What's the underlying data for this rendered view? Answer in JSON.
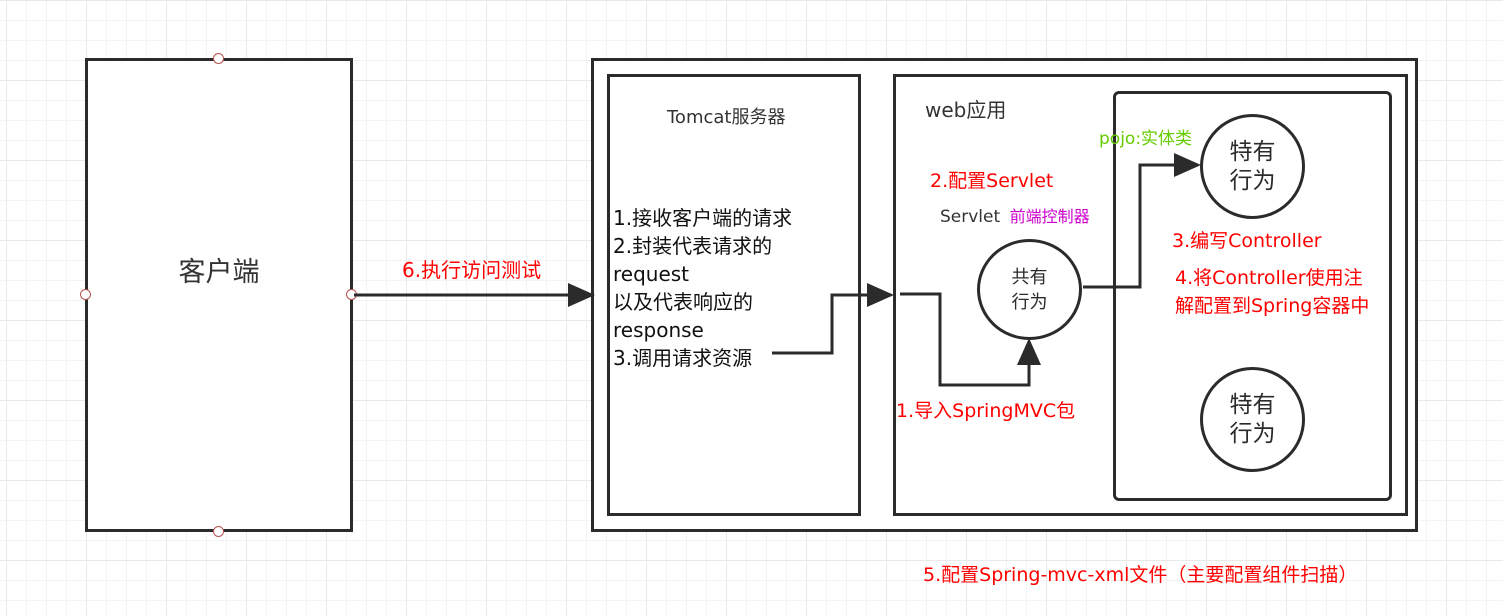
{
  "client": {
    "label": "客户端"
  },
  "tomcat": {
    "title": "Tomcat服务器",
    "lines": [
      "1.接收客户端的请求",
      "2.封装代表请求的",
      "request",
      "以及代表响应的",
      "response",
      "3.调用请求资源"
    ]
  },
  "webapp": {
    "title": "web应用"
  },
  "servlet": {
    "label": "Servlet",
    "desc": "前端控制器"
  },
  "shared": {
    "label_line1": "共有",
    "label_line2": "行为"
  },
  "special_top": {
    "label_line1": "特有",
    "label_line2": "行为"
  },
  "special_bottom": {
    "label_line1": "特有",
    "label_line2": "行为"
  },
  "annotations": {
    "execute_test": "6.执行访问测试",
    "config_servlet": "2.配置Servlet",
    "pojo": "pojo:实体类",
    "write_controller": "3.编写Controller",
    "controller_config_1": "4.将Controller使用注",
    "controller_config_2": "解配置到Spring容器中",
    "import_pkg": "1.导入SpringMVC包",
    "config_xml": "5.配置Spring-mvc-xml文件（主要配置组件扫描）"
  },
  "colors": {
    "annotation": "#ff0000",
    "pojo": "#66cc00",
    "servlet_desc": "#cc00cc",
    "stroke": "#2b2b2b",
    "handle": "#b85450"
  }
}
